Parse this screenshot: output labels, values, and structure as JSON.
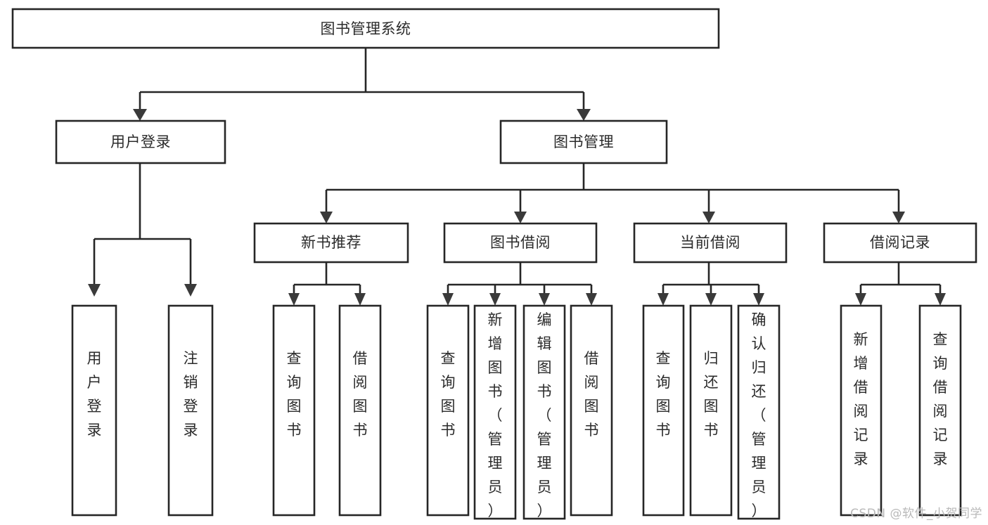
{
  "diagram": {
    "title": "图书管理系统",
    "type": "tree-hierarchy-diagram",
    "orientation": "top-down",
    "colors": {
      "background": "#ffffff",
      "node_fill": "#ffffff",
      "node_stroke": "#262626",
      "text": "#2b2b2b",
      "arrow": "#3a3a3a",
      "watermark": "#b9b9b9"
    },
    "root": {
      "label": "图书管理系统"
    },
    "level2": [
      {
        "label": "用户登录"
      },
      {
        "label": "图书管理"
      }
    ],
    "level3": [
      {
        "label": "新书推荐"
      },
      {
        "label": "图书借阅"
      },
      {
        "label": "当前借阅"
      },
      {
        "label": "借阅记录"
      }
    ],
    "leaves": {
      "user_login": [
        {
          "label": "用户登录"
        },
        {
          "label": "注销登录"
        }
      ],
      "new_book_recommend": [
        {
          "label": "查询图书"
        },
        {
          "label": "借阅图书"
        }
      ],
      "book_borrow": [
        {
          "label": "查询图书"
        },
        {
          "label": "新增图书（管理员）"
        },
        {
          "label": "编辑图书（管理员）"
        },
        {
          "label": "借阅图书"
        }
      ],
      "current_borrow": [
        {
          "label": "查询图书"
        },
        {
          "label": "归还图书"
        },
        {
          "label": "确认归还（管理员）"
        }
      ],
      "borrow_record": [
        {
          "label": "新增借阅记录"
        },
        {
          "label": "查询借阅记录"
        }
      ]
    }
  },
  "watermark": {
    "text": "CSDN @软件_小贺同学"
  }
}
